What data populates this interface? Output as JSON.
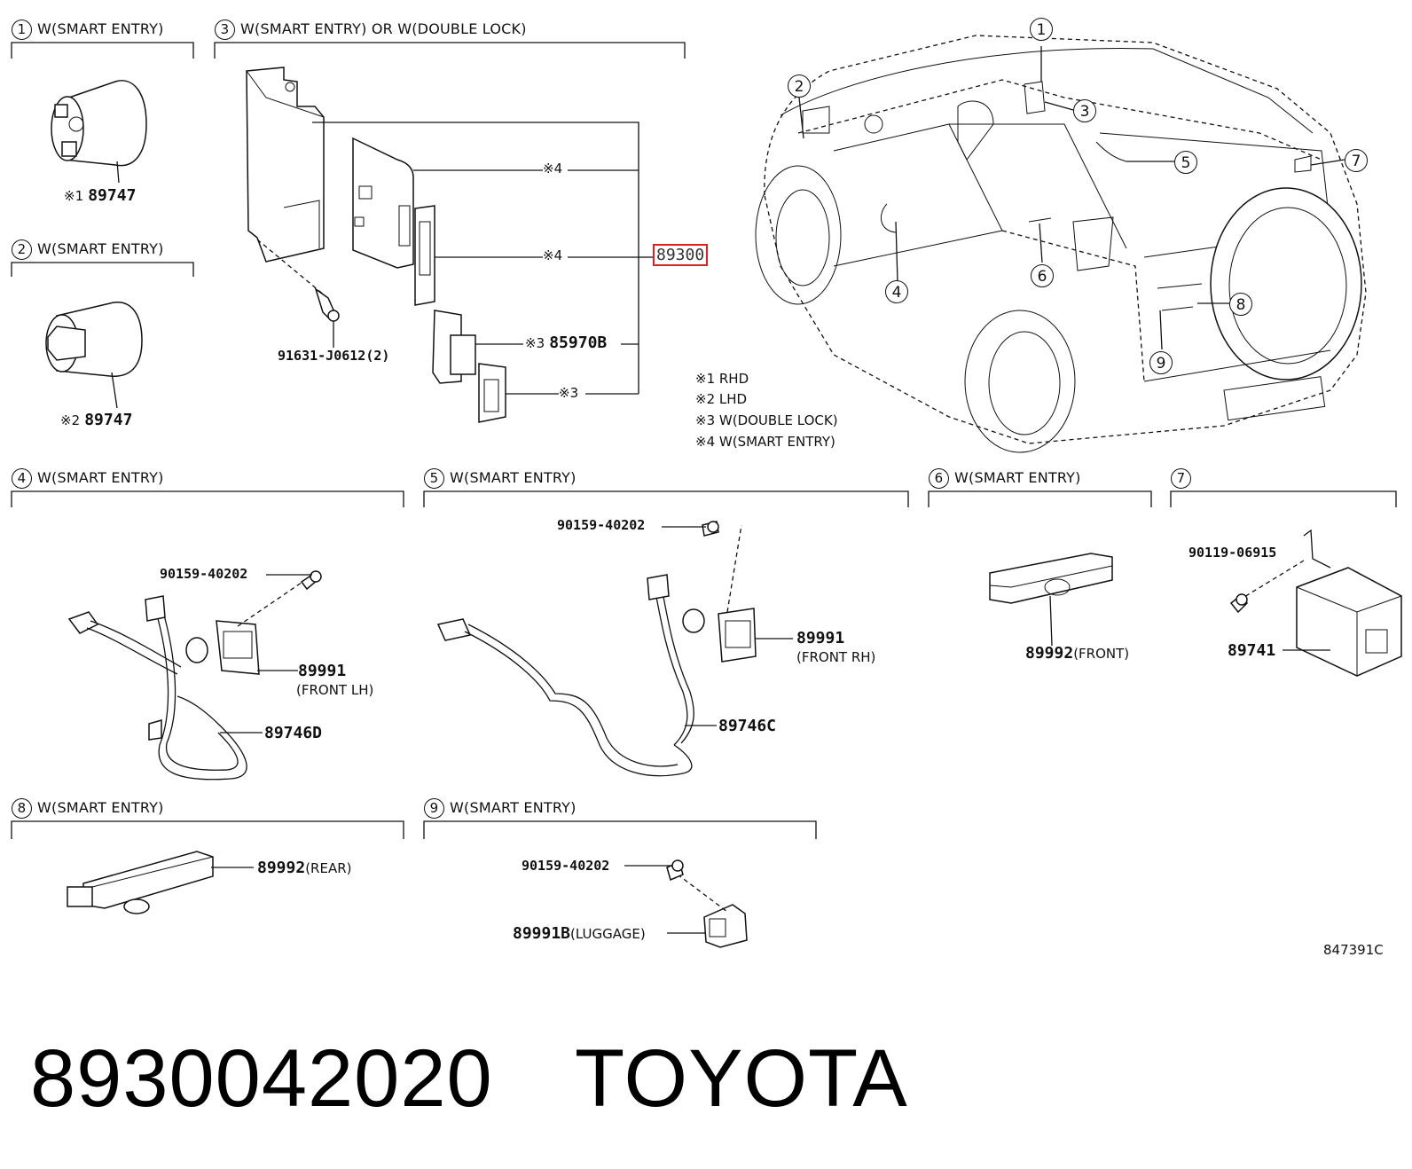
{
  "sections": [
    {
      "num": "1",
      "title": "W(SMART ENTRY)"
    },
    {
      "num": "2",
      "title": "W(SMART ENTRY)"
    },
    {
      "num": "3",
      "title": "W(SMART ENTRY) OR W(DOUBLE LOCK)"
    },
    {
      "num": "4",
      "title": "W(SMART ENTRY)"
    },
    {
      "num": "5",
      "title": "W(SMART ENTRY)"
    },
    {
      "num": "6",
      "title": "W(SMART ENTRY)"
    },
    {
      "num": "7",
      "title": ""
    },
    {
      "num": "8",
      "title": "W(SMART ENTRY)"
    },
    {
      "num": "9",
      "title": "W(SMART ENTRY)"
    }
  ],
  "parts": {
    "s1_mark": "※1",
    "s1_part": "89747",
    "s2_mark": "※2",
    "s2_part": "89747",
    "s3_mark4a": "※4",
    "s3_mark4b": "※4",
    "s3_main": "89300",
    "s3_mark3a": "※3",
    "s3_part_b": "85970B",
    "s3_mark3b": "※3",
    "s3_bolt": "91631-J0612(2)",
    "s4_bolt": "90159-40202",
    "s4_sensor": "89991",
    "s4_sensor_note": "(FRONT LH)",
    "s4_harness": "89746D",
    "s5_bolt": "90159-40202",
    "s5_sensor": "89991",
    "s5_sensor_note": "(FRONT RH)",
    "s5_harness": "89746C",
    "s6_part": "89992",
    "s6_note": "(FRONT)",
    "s7_bolt": "90119-06915",
    "s7_part": "89741",
    "s8_part": "89992",
    "s8_note": "(REAR)",
    "s9_bolt": "90159-40202",
    "s9_part": "89991B",
    "s9_note": "(LUGGAGE)"
  },
  "notes": [
    "※1 RHD",
    "※2 LHD",
    "※3 W(DOUBLE LOCK)",
    "※4 W(SMART ENTRY)"
  ],
  "callouts": [
    "1",
    "2",
    "3",
    "4",
    "5",
    "6",
    "7",
    "8",
    "9"
  ],
  "diagram_id": "847391C",
  "footer": {
    "part_number": "8930042020",
    "brand": "TOYOTA"
  }
}
